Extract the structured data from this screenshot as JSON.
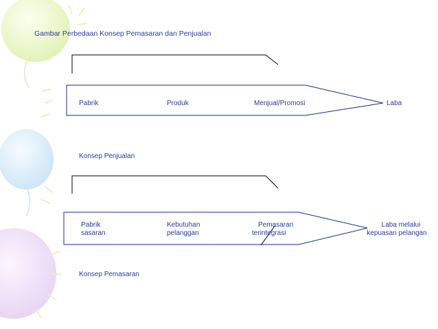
{
  "title": "Gambar Perbedaan Konsep Pemasaran dan Penjualan",
  "diagram_1": {
    "caption": "Konsep Penjualan",
    "steps": [
      "Pabrik",
      "Produk",
      "Menjual/Promosi"
    ],
    "outcome": "Laba"
  },
  "diagram_2": {
    "caption": "Konsep Pemasaran",
    "steps": [
      [
        "Pabrik",
        "sasaran"
      ],
      [
        "Kebutuhan",
        "pelanggan"
      ],
      [
        "Pemasaran",
        "terintegrasi"
      ]
    ],
    "outcome": [
      "Laba melalui",
      "kepuasan pelangan"
    ]
  },
  "colors": {
    "text": "#2b3a9c",
    "line": "#1a2a8a",
    "bracket": "#000000"
  }
}
